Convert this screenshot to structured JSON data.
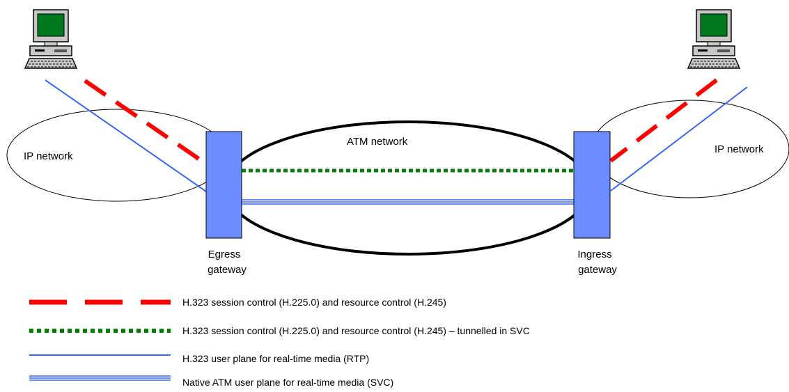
{
  "diagram": {
    "networks": {
      "ip_left": "IP network",
      "atm": "ATM network",
      "ip_right": "IP network"
    },
    "gateways": {
      "egress": [
        "Egress",
        "gateway"
      ],
      "ingress": [
        "Ingress",
        "gateway"
      ]
    },
    "computers": [
      "left-terminal",
      "right-terminal"
    ],
    "colors": {
      "session_control": "#ff0000",
      "tunnelled_control": "#008000",
      "user_plane": "#3366ff",
      "gateway_fill": "#6d8cff",
      "screen": "#007a1f"
    }
  },
  "legend": [
    {
      "style": "red-dash",
      "label": "H.323 session control (H.225.0) and resource control (H.245)"
    },
    {
      "style": "green-dots",
      "label": "H.323 session control (H.225.0) and resource control (H.245) – tunnelled in SVC"
    },
    {
      "style": "blue-line",
      "label": "H.323 user plane for real-time media (RTP)"
    },
    {
      "style": "blue-triple",
      "label": "Native ATM user plane for real-time media (SVC)"
    }
  ]
}
